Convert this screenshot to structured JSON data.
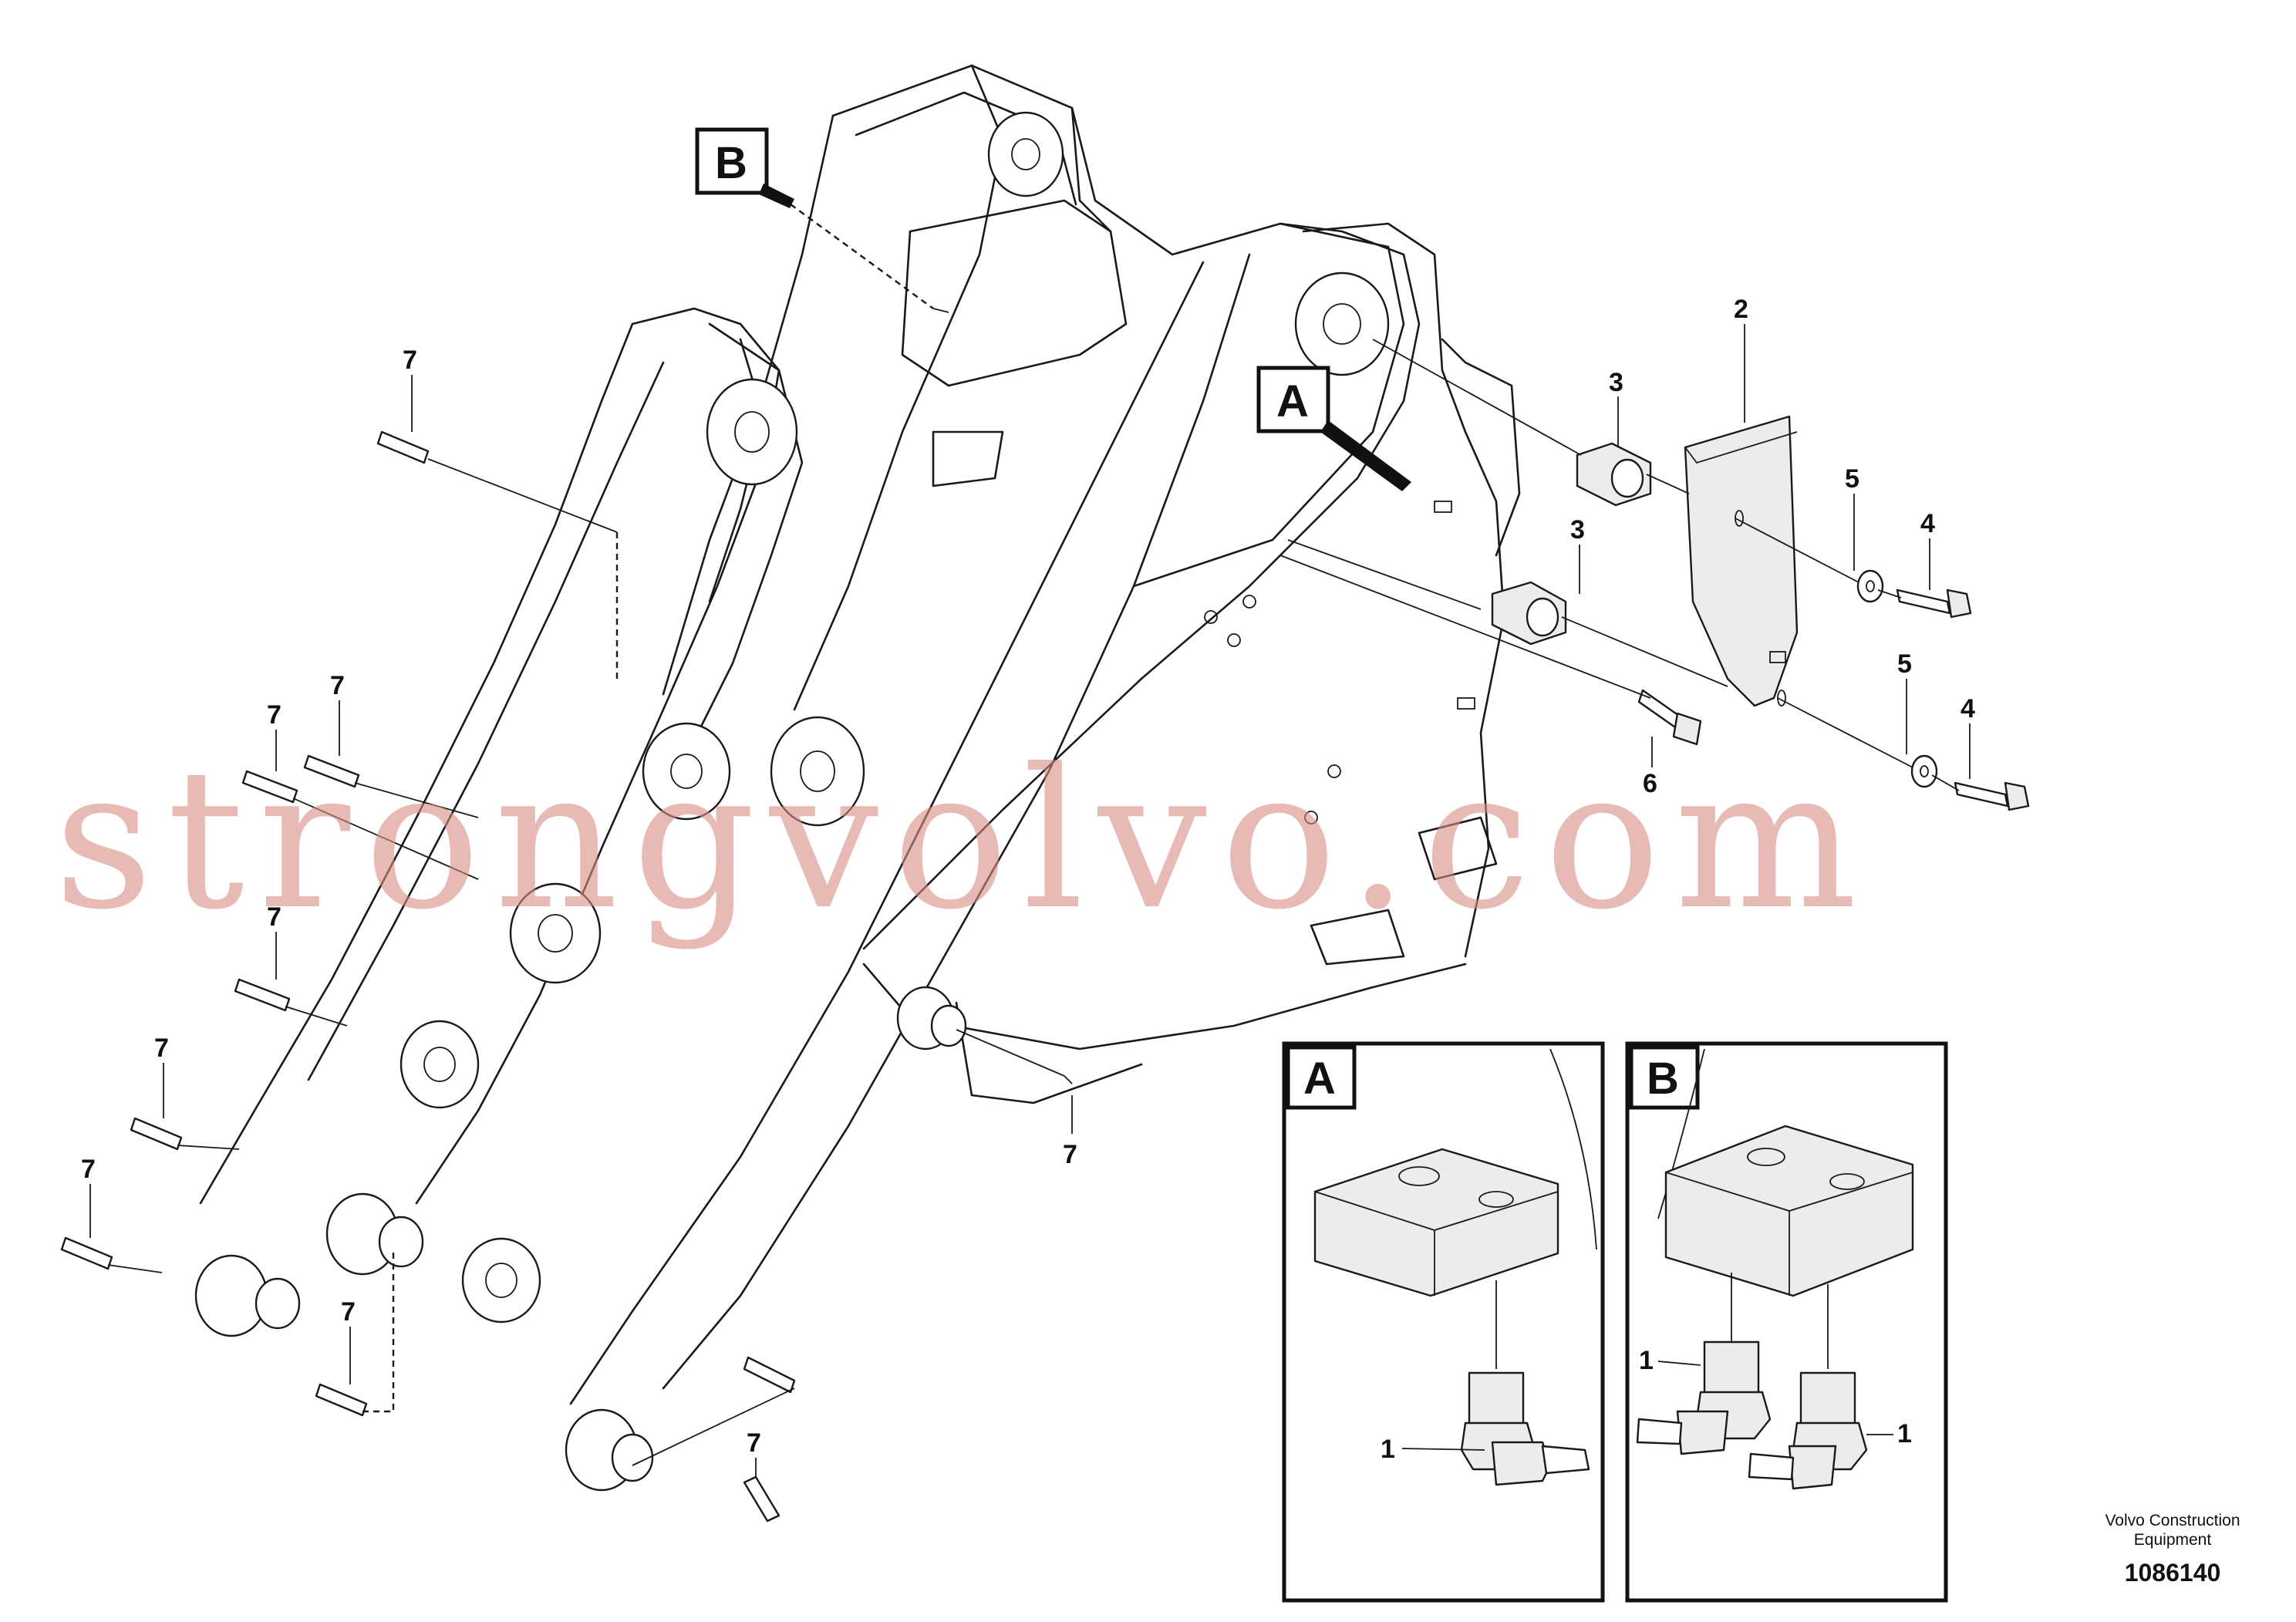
{
  "view_labels": {
    "a": "A",
    "b": "B"
  },
  "detail_panels": {
    "a_label": "A",
    "b_label": "B"
  },
  "callouts": {
    "n1": "1",
    "n2": "2",
    "n3": "3",
    "n4": "4",
    "n5": "5",
    "n6": "6",
    "n7": "7"
  },
  "footer": {
    "company_line1": "Volvo Construction",
    "company_line2": "Equipment",
    "drawing_number": "1086140"
  },
  "watermark": "strongvolvo.com"
}
